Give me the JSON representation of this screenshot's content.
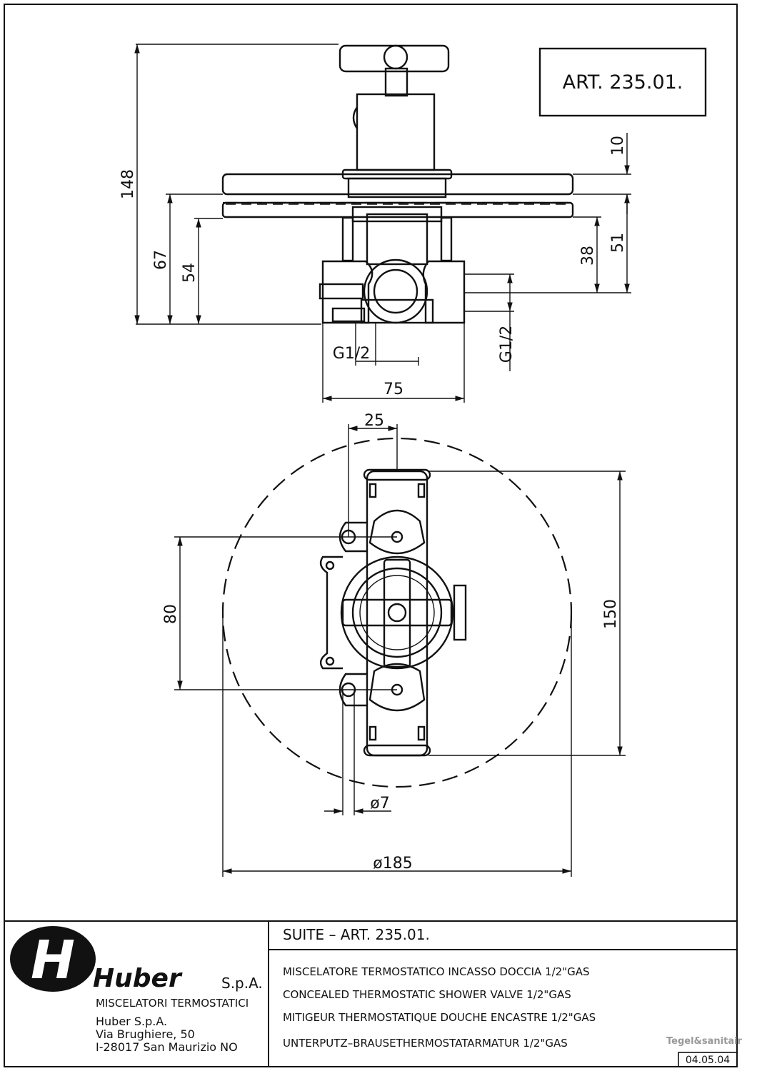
{
  "drawing": {
    "article_box": "ART.  235.01.",
    "side_view": {
      "dims": {
        "height_total": "148",
        "top_plate": "10",
        "depth_51": "51",
        "depth_38": "38",
        "depth_67": "67",
        "depth_54": "54",
        "inlet_bottom": "G1/2",
        "inlet_side": "G1/2",
        "width": "75"
      }
    },
    "front_view": {
      "dims": {
        "offset": "25",
        "spacing": "80",
        "height": "150",
        "hole": "ø7",
        "plate_diameter": "ø185"
      }
    }
  },
  "title_block": {
    "company_mark": "H",
    "company": "Huber",
    "company_suffix": "S.p.A.",
    "tagline": "MISCELATORI TERMOSTATICI",
    "address": [
      "Huber S.p.A.",
      "Via Brughiere, 50",
      "I-28017 San Maurizio NO"
    ],
    "product_title": "SUITE  –  ART.  235.01.",
    "descriptions": [
      "MISCELATORE TERMOSTATICO INCASSO DOCCIA 1/2\"GAS",
      "CONCEALED THERMOSTATIC SHOWER VALVE 1/2\"GAS",
      "MITIGEUR THERMOSTATIQUE DOUCHE ENCASTRE 1/2\"GAS",
      "UNTERPUTZ–BRAUSETHERMOSTATARMATUR 1/2\"GAS"
    ],
    "date": "04.05.04",
    "watermark": "Tegel&sanitair"
  }
}
